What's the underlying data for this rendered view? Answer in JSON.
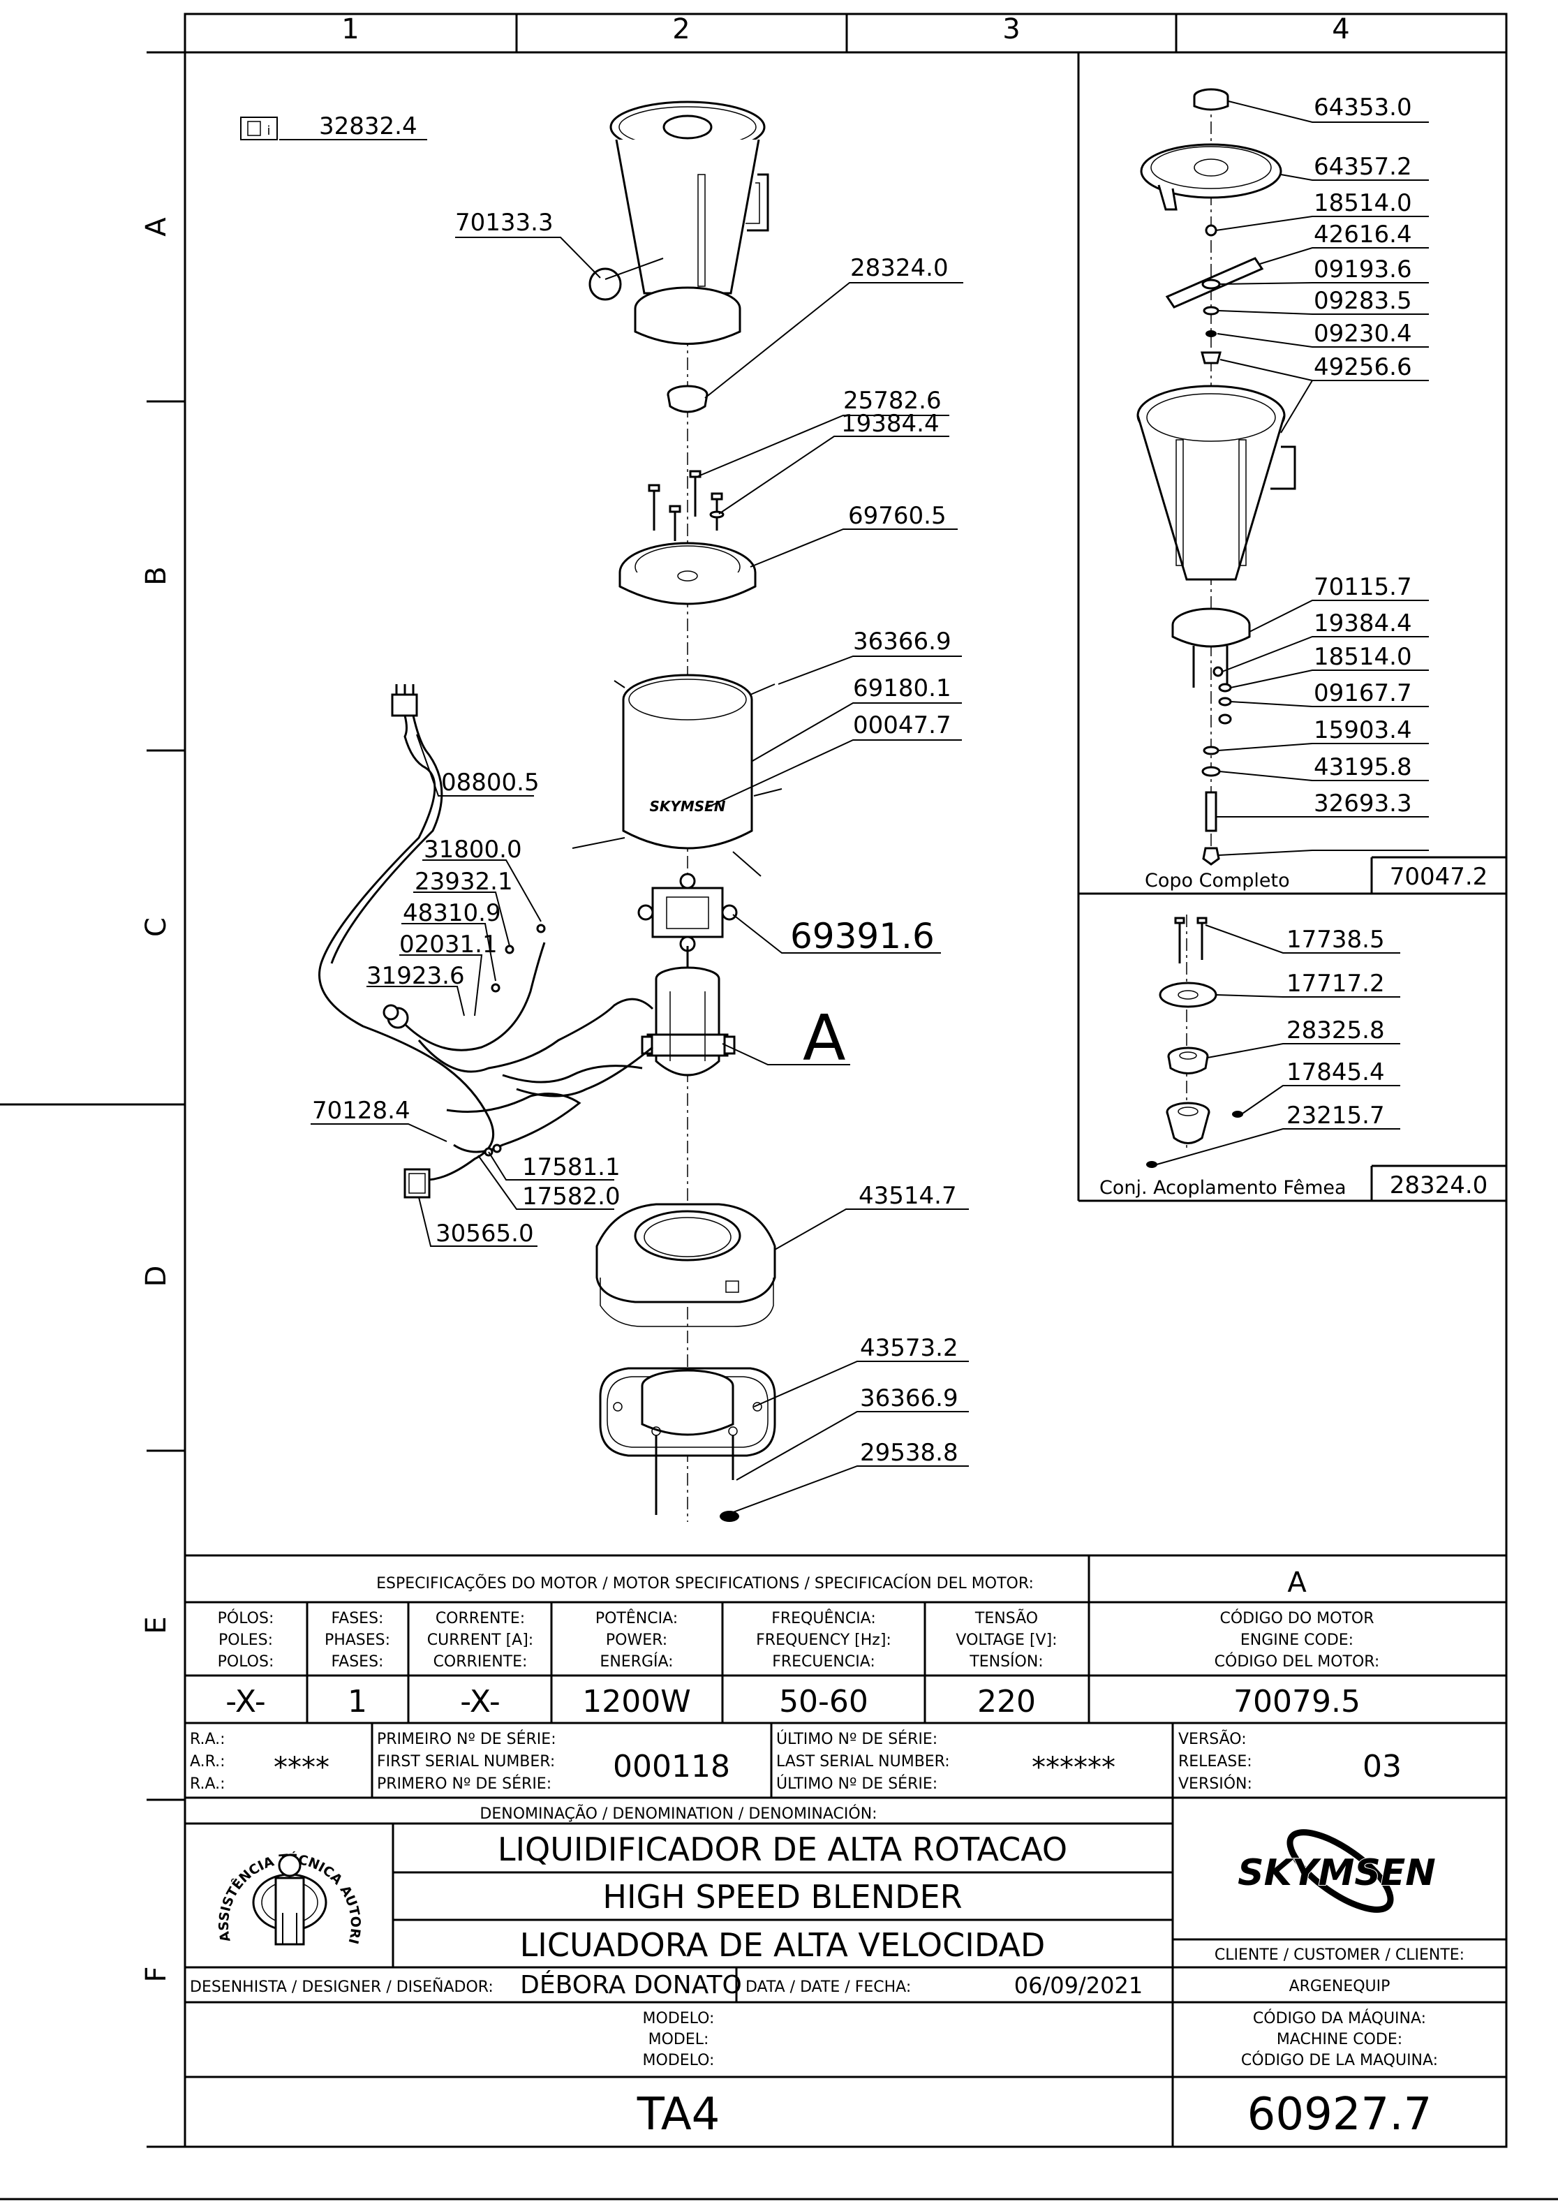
{
  "zones": {
    "columns": [
      "1",
      "2",
      "3",
      "4"
    ],
    "rows": [
      "A",
      "B",
      "C",
      "D",
      "E",
      "F"
    ]
  },
  "parts": {
    "manual": "32832.4",
    "jar": "70133.3",
    "coupling": "28324.0",
    "screw": "25782.6",
    "washer": "19384.4",
    "jar_base": "69760.5",
    "screw_body": "36366.9",
    "housing": "69180.1",
    "label": "00047.7",
    "cord": "08800.5",
    "w1": "31800.0",
    "w2": "23932.1",
    "w3": "48310.9",
    "w4": "02031.1",
    "w5": "31923.6",
    "motor_plate": "69391.6",
    "motor": "A",
    "harness": "70128.4",
    "t1": "17581.1",
    "t2": "17582.0",
    "switch": "30565.0",
    "base": "43514.7",
    "bottom": "43573.2",
    "screw_bottom": "36366.9",
    "foot": "29538.8"
  },
  "copo": {
    "labels": [
      "64353.0",
      "64357.2",
      "18514.0",
      "42616.4",
      "09193.6",
      "09283.5",
      "09230.4",
      "49256.6",
      "70115.7",
      "19384.4",
      "18514.0",
      "09167.7",
      "15903.4",
      "43195.8",
      "32693.3"
    ],
    "caption": "Copo Completo",
    "code": "70047.2"
  },
  "acoplamento": {
    "labels": [
      "17738.5",
      "17717.2",
      "28325.8",
      "17845.4",
      "23215.7"
    ],
    "caption": "Conj. Acoplamento Fêmea",
    "code": "28324.0"
  },
  "logo_text": "SKYMSEN",
  "specs": {
    "header": "ESPECIFICAÇÕES DO MOTOR / MOTOR SPECIFICATIONS / SPECIFICACÍON DEL MOTOR:",
    "motor_letter": "A",
    "columns": [
      {
        "l1": "PÓLOS:",
        "l2": "POLES:",
        "l3": "POLOS:",
        "value": "-X-"
      },
      {
        "l1": "FASES:",
        "l2": "PHASES:",
        "l3": "FASES:",
        "value": "1"
      },
      {
        "l1": "CORRENTE:",
        "l2": "CURRENT [A]:",
        "l3": "CORRIENTE:",
        "value": "-X-"
      },
      {
        "l1": "POTÊNCIA:",
        "l2": "POWER:",
        "l3": "ENERGÍA:",
        "value": "1200W"
      },
      {
        "l1": "FREQUÊNCIA:",
        "l2": "FREQUENCY [Hz]:",
        "l3": "FRECUENCIA:",
        "value": "50-60"
      },
      {
        "l1": "TENSÃO",
        "l2": "VOLTAGE [V]:",
        "l3": "TENSÍON:",
        "value": "220"
      },
      {
        "l1": "CÓDIGO DO MOTOR",
        "l2": "ENGINE CODE:",
        "l3": "CÓDIGO DEL MOTOR:",
        "value": "70079.5"
      }
    ]
  },
  "serial": {
    "ra": [
      "R.A.:",
      "A.R.:",
      "R.A.:"
    ],
    "ra_value": "****",
    "first": [
      "PRIMEIRO Nº DE SÉRIE:",
      "FIRST SERIAL NUMBER:",
      "PRIMERO Nº DE SÉRIE:"
    ],
    "first_value": "000118",
    "last": [
      "ÚLTIMO Nº DE SÉRIE:",
      "LAST SERIAL NUMBER:",
      "ÚLTIMO Nº DE SÉRIE:"
    ],
    "last_value": "******",
    "version": [
      "VERSÃO:",
      "RELEASE:",
      "VERSIÓN:"
    ],
    "version_value": "03"
  },
  "title_block": {
    "denomination_header": "DENOMINAÇÃO / DENOMINATION / DENOMINACIÓN:",
    "names": [
      "LIQUIDIFICADOR DE ALTA ROTACAO",
      "HIGH SPEED BLENDER",
      "LICUADORA DE ALTA VELOCIDAD"
    ],
    "seal_text": "ASSISTÊNCIA TÉCNICA AUTORIZADA",
    "client_header": "CLIENTE / CUSTOMER / CLIENTE:",
    "client": "ARGENEQUIP",
    "designer_label": "DESENHISTA / DESIGNER / DISEÑADOR:",
    "designer": "DÉBORA DONATO",
    "date_label": "DATA / DATE / FECHA:",
    "date": "06/09/2021",
    "model_labels": [
      "MODELO:",
      "MODEL:",
      "MODELO:"
    ],
    "machine_labels": [
      "CÓDIGO DA MÁQUINA:",
      "MACHINE CODE:",
      "CÓDIGO DE LA MAQUINA:"
    ],
    "model": "TA4",
    "machine_code": "60927.7"
  }
}
